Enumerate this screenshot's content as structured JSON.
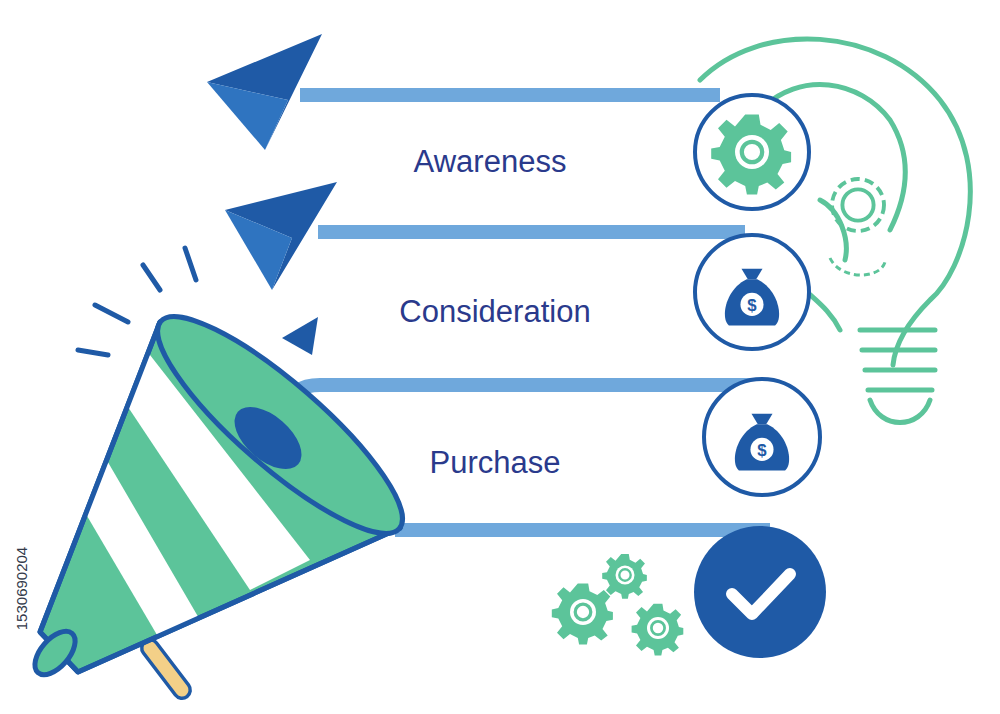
{
  "diagram": {
    "labels": [
      "Awareness",
      "Consideration",
      "Purchase",
      "1530690204"
    ]
  }
}
